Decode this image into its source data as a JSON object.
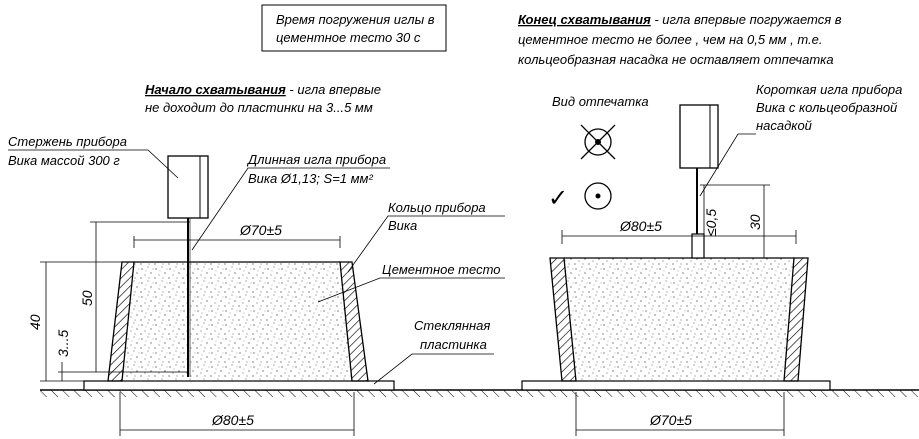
{
  "time_box": {
    "line1": "Время погружения иглы в",
    "line2": "цементное тесто  30  с"
  },
  "end_setting": {
    "title": "Конец схватывания",
    "line1": " - игла впервые погружается в",
    "line2": "цементное тесто не более , чем на  0,5  мм , т.е.",
    "line3": "кольцеобразная насадка не оставляет отпечатка"
  },
  "start_setting": {
    "title": "Начало схватывания",
    "line1": " - игла впервые",
    "line2": "не доходит до пластинки на  3...5  мм"
  },
  "labels": {
    "rod_line1": "Стержень прибора",
    "rod_line2": "Вика массой  300  г",
    "needle_line1": "Длинная игла прибора",
    "needle_line2": "Вика  Ø1,13;  S=1  мм²",
    "ring_line1": "Кольцо прибора",
    "ring_line2": "Вика",
    "paste": "Цементное тесто",
    "plate_line1": "Стеклянная",
    "plate_line2": "пластинка",
    "imprint_title": "Вид отпечатка",
    "short_needle_line1": "Короткая игла прибора",
    "short_needle_line2": "Вика с кольцеобразной",
    "short_needle_line3": "насадкой"
  },
  "dims": {
    "left_top": "Ø70±5",
    "left_bottom": "Ø80±5",
    "right_top": "Ø80±5",
    "right_bottom": "Ø70±5",
    "height_40": "40",
    "height_50": "50",
    "gap_3_5": "3...5",
    "depth_0_5": "≤0,5",
    "height_30": "30"
  },
  "check_mark": "✓"
}
